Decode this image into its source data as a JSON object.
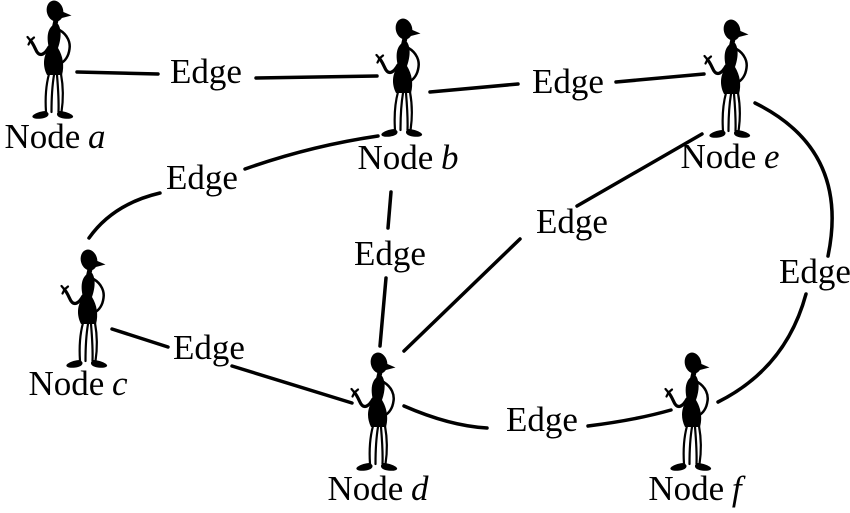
{
  "figure": {
    "type": "undirected-graph-diagram",
    "description": "Six person figures as graph nodes connected by lines labeled Edge",
    "ink_color": "#000000",
    "background_color": "#ffffff",
    "nodes": [
      {
        "id": "a",
        "label": "Node",
        "letter": "a"
      },
      {
        "id": "b",
        "label": "Node",
        "letter": "b"
      },
      {
        "id": "c",
        "label": "Node",
        "letter": "c"
      },
      {
        "id": "d",
        "label": "Node",
        "letter": "d"
      },
      {
        "id": "e",
        "label": "Node",
        "letter": "e"
      },
      {
        "id": "f",
        "label": "Node",
        "letter": "f"
      }
    ],
    "edges": [
      {
        "from": "a",
        "to": "b",
        "label": "Edge"
      },
      {
        "from": "b",
        "to": "e",
        "label": "Edge"
      },
      {
        "from": "b",
        "to": "c",
        "label": "Edge"
      },
      {
        "from": "b",
        "to": "d",
        "label": "Edge"
      },
      {
        "from": "d",
        "to": "e",
        "label": "Edge"
      },
      {
        "from": "c",
        "to": "d",
        "label": "Edge"
      },
      {
        "from": "d",
        "to": "f",
        "label": "Edge"
      },
      {
        "from": "e",
        "to": "f",
        "label": "Edge"
      }
    ]
  }
}
